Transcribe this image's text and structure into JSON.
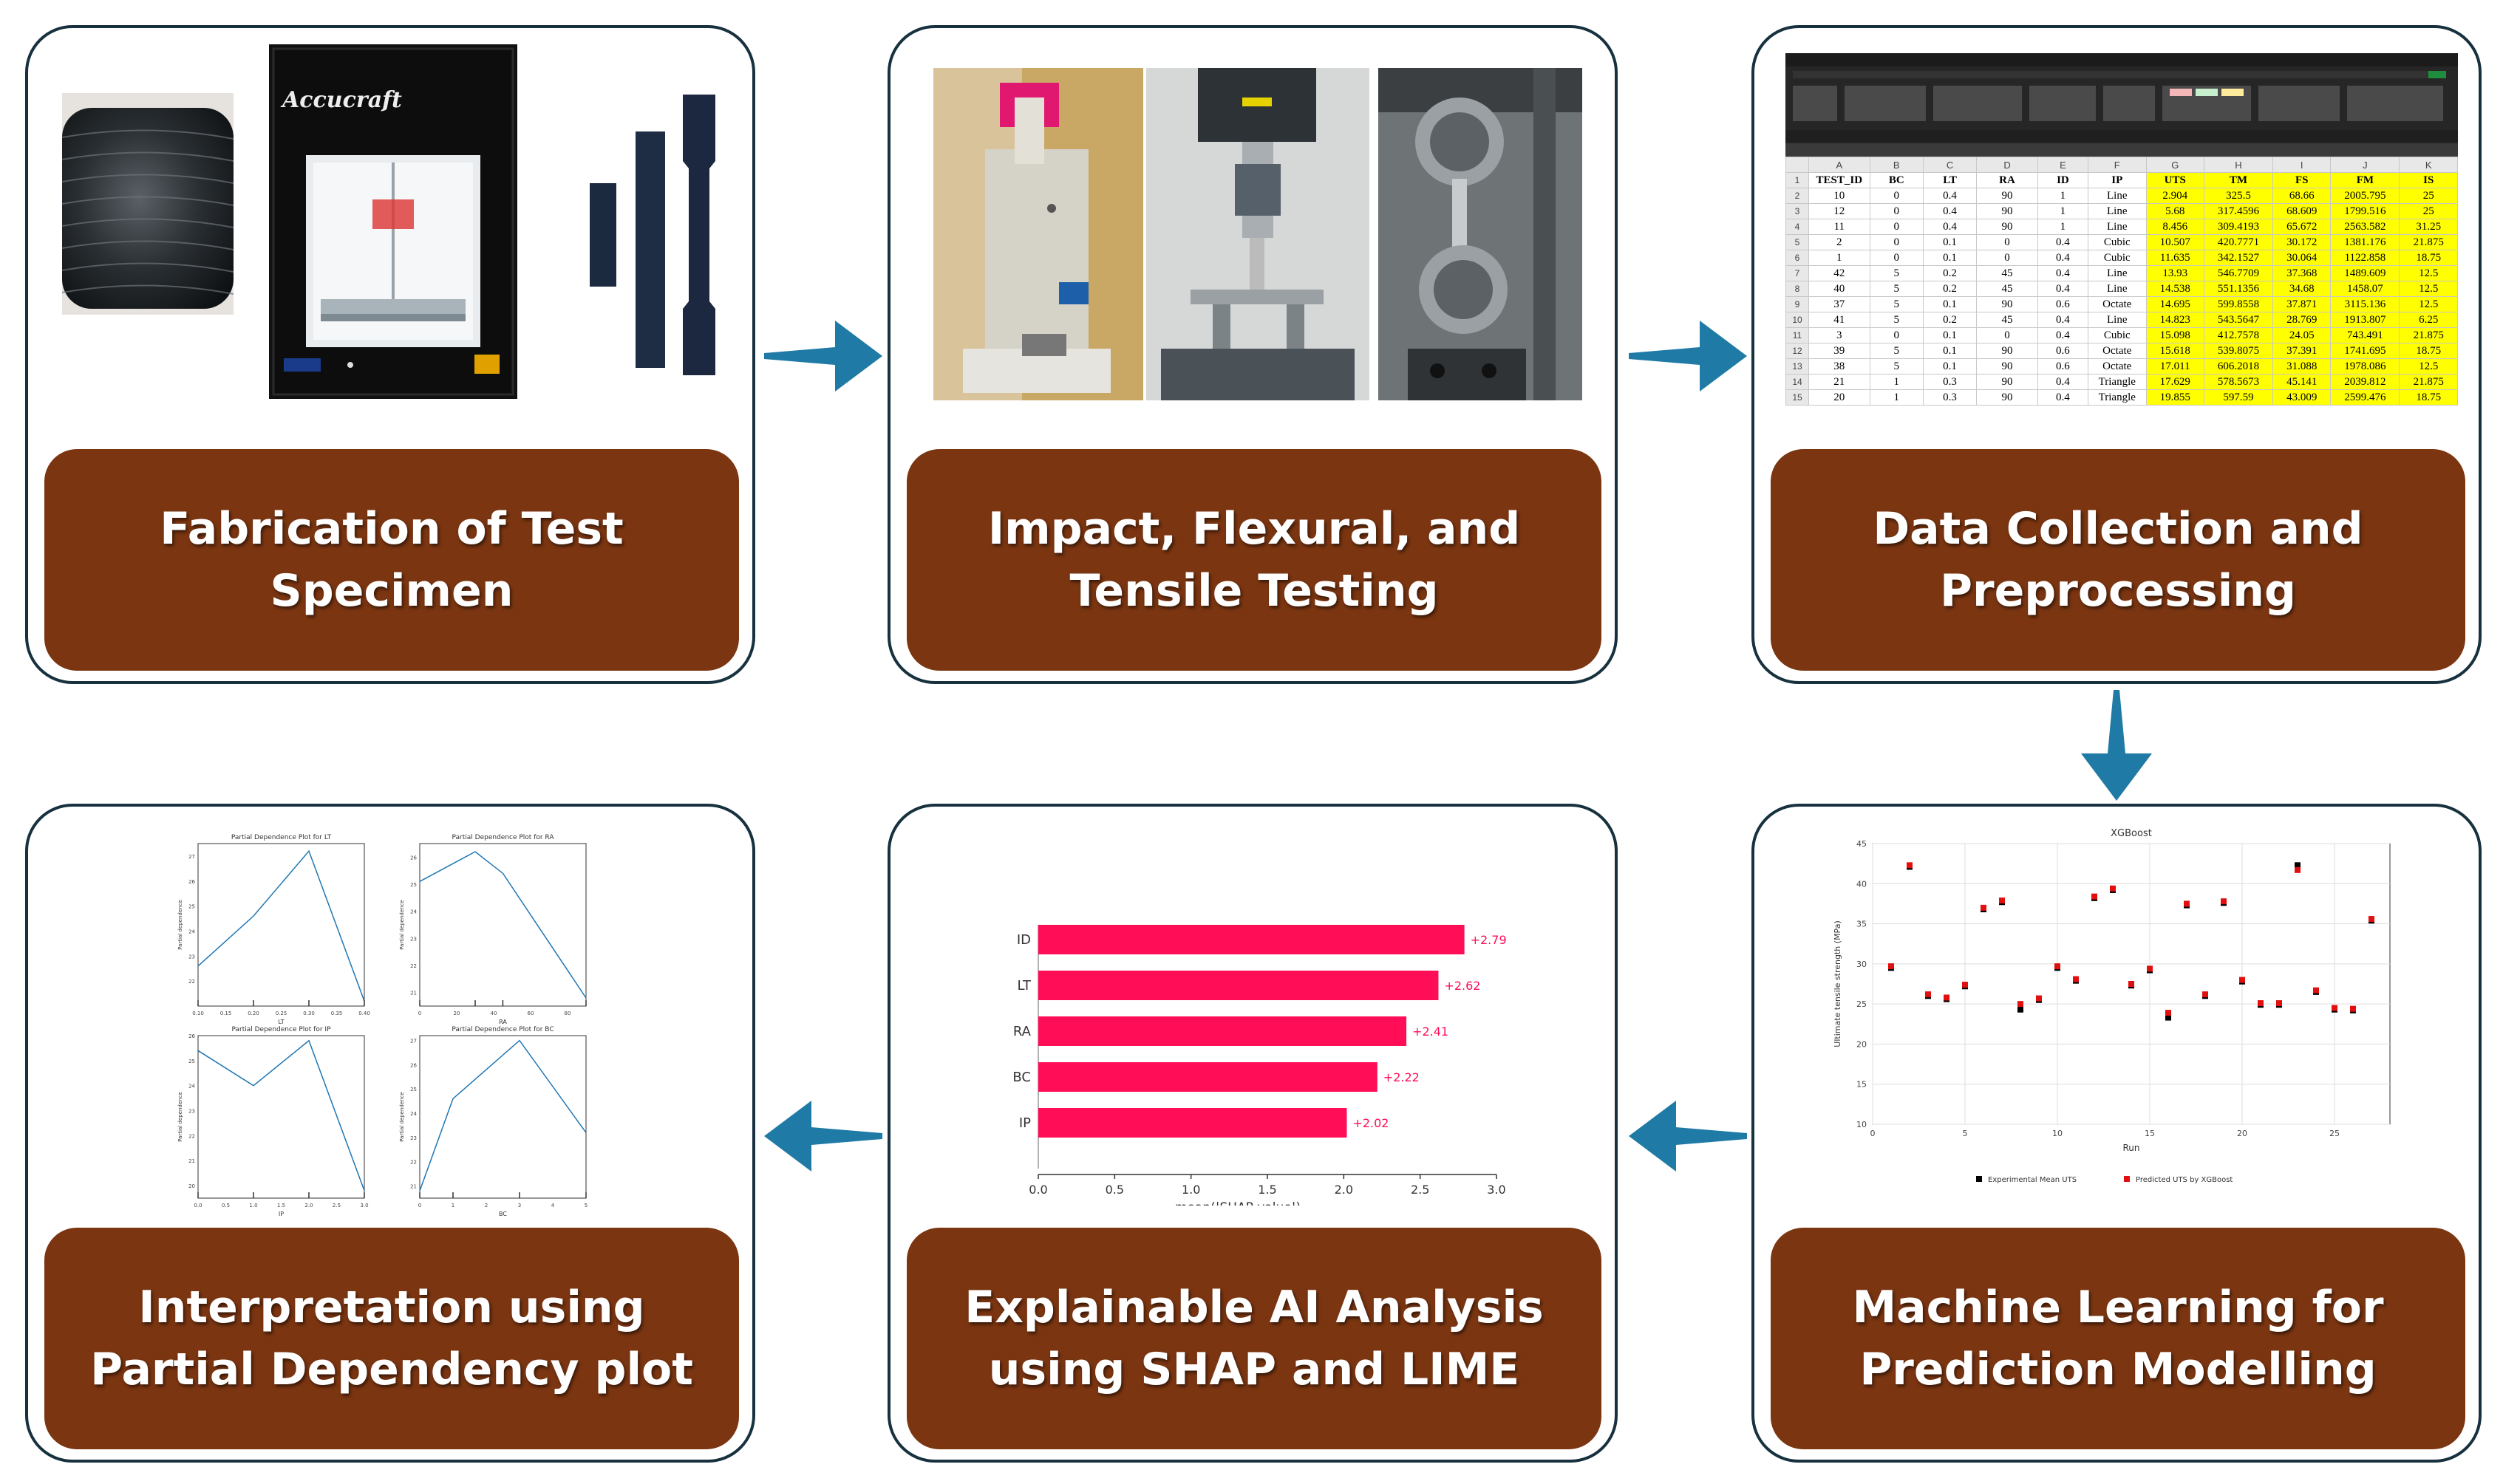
{
  "steps": [
    {
      "label": "Fabrication of Test Specimen"
    },
    {
      "label": "Impact, Flexural, and Tensile Testing"
    },
    {
      "label": "Data Collection and Preprocessing"
    },
    {
      "label": "Machine Learning for Prediction Modelling"
    },
    {
      "label": "Explainable AI Analysis using SHAP and LIME"
    },
    {
      "label": "Interpretation using Partial Dependency plot"
    }
  ],
  "printer_brand": "Accucraft",
  "spreadsheet": {
    "col_letters": [
      "A",
      "B",
      "C",
      "D",
      "E",
      "F",
      "G",
      "H",
      "I",
      "J",
      "K"
    ],
    "headers": [
      "TEST_ID",
      "BC",
      "LT",
      "RA",
      "ID",
      "IP",
      "UTS",
      "TM",
      "FS",
      "FM",
      "IS"
    ],
    "rows": [
      [
        "10",
        "0",
        "0.4",
        "90",
        "1",
        "Line",
        "2.904",
        "325.5",
        "68.66",
        "2005.795",
        "25"
      ],
      [
        "12",
        "0",
        "0.4",
        "90",
        "1",
        "Line",
        "5.68",
        "317.4596",
        "68.609",
        "1799.516",
        "25"
      ],
      [
        "11",
        "0",
        "0.4",
        "90",
        "1",
        "Line",
        "8.456",
        "309.4193",
        "65.672",
        "2563.582",
        "31.25"
      ],
      [
        "2",
        "0",
        "0.1",
        "0",
        "0.4",
        "Cubic",
        "10.507",
        "420.7771",
        "30.172",
        "1381.176",
        "21.875"
      ],
      [
        "1",
        "0",
        "0.1",
        "0",
        "0.4",
        "Cubic",
        "11.635",
        "342.1527",
        "30.064",
        "1122.858",
        "18.75"
      ],
      [
        "42",
        "5",
        "0.2",
        "45",
        "0.4",
        "Line",
        "13.93",
        "546.7709",
        "37.368",
        "1489.609",
        "12.5"
      ],
      [
        "40",
        "5",
        "0.2",
        "45",
        "0.4",
        "Line",
        "14.538",
        "551.1356",
        "34.68",
        "1458.07",
        "12.5"
      ],
      [
        "37",
        "5",
        "0.1",
        "90",
        "0.6",
        "Octate",
        "14.695",
        "599.8558",
        "37.871",
        "3115.136",
        "12.5"
      ],
      [
        "41",
        "5",
        "0.2",
        "45",
        "0.4",
        "Line",
        "14.823",
        "543.5647",
        "28.769",
        "1913.807",
        "6.25"
      ],
      [
        "3",
        "0",
        "0.1",
        "0",
        "0.4",
        "Cubic",
        "15.098",
        "412.7578",
        "24.05",
        "743.491",
        "21.875"
      ],
      [
        "39",
        "5",
        "0.1",
        "90",
        "0.6",
        "Octate",
        "15.618",
        "539.8075",
        "37.391",
        "1741.695",
        "18.75"
      ],
      [
        "38",
        "5",
        "0.1",
        "90",
        "0.6",
        "Octate",
        "17.011",
        "606.2018",
        "31.088",
        "1978.086",
        "12.5"
      ],
      [
        "21",
        "1",
        "0.3",
        "90",
        "0.4",
        "Triangle",
        "17.629",
        "578.5673",
        "45.141",
        "2039.812",
        "21.875"
      ],
      [
        "20",
        "1",
        "0.3",
        "90",
        "0.4",
        "Triangle",
        "19.855",
        "597.59",
        "43.009",
        "2599.476",
        "18.75"
      ]
    ]
  },
  "colors": {
    "label_bg": "#7b3511",
    "border": "#17313f",
    "arrow": "#1f7ba5",
    "shap_bar": "#ff0d57",
    "highlight": "#ffff00"
  },
  "ml_chart": {
    "type": "scatter",
    "title": "XGBoost",
    "xlabel": "Run",
    "ylabel": "Ultimate tensile strength (MPa)",
    "xlim": [
      0,
      28
    ],
    "ylim": [
      10,
      45
    ],
    "xticks": [
      0,
      5,
      10,
      15,
      20,
      25
    ],
    "yticks": [
      10,
      15,
      20,
      25,
      30,
      35,
      40,
      45
    ],
    "legend": [
      "Experimental Mean UTS",
      "Predicted UTS by XGBoost"
    ],
    "series": [
      {
        "name": "Experimental Mean UTS",
        "color": "#000000",
        "x": [
          1,
          2,
          3,
          4,
          5,
          6,
          7,
          8,
          9,
          10,
          11,
          12,
          13,
          14,
          15,
          16,
          17,
          18,
          19,
          20,
          21,
          22,
          23,
          24,
          25,
          26,
          27
        ],
        "y": [
          29.5,
          42.1,
          26.0,
          25.6,
          27.2,
          36.8,
          37.7,
          24.3,
          25.5,
          29.5,
          27.9,
          38.2,
          39.2,
          27.3,
          29.2,
          23.3,
          37.3,
          26.0,
          37.6,
          27.8,
          24.9,
          24.9,
          42.3,
          26.5,
          24.3,
          24.2,
          35.4
        ]
      },
      {
        "name": "Predicted UTS by XGBoost",
        "color": "#e01010",
        "x": [
          1,
          2,
          3,
          4,
          5,
          6,
          7,
          8,
          9,
          10,
          11,
          12,
          13,
          14,
          15,
          16,
          17,
          18,
          19,
          20,
          21,
          22,
          23,
          24,
          25,
          26,
          27
        ],
        "y": [
          29.7,
          42.3,
          26.2,
          25.8,
          27.4,
          37.0,
          37.9,
          25.0,
          25.7,
          29.7,
          28.1,
          38.4,
          39.4,
          27.5,
          29.4,
          23.9,
          37.5,
          26.2,
          37.8,
          28.0,
          25.1,
          25.1,
          41.7,
          26.7,
          24.5,
          24.4,
          35.6
        ]
      }
    ]
  },
  "chart_data": [
    {
      "type": "bar",
      "orientation": "horizontal",
      "categories": [
        "ID",
        "LT",
        "RA",
        "BC",
        "IP"
      ],
      "values": [
        2.79,
        2.62,
        2.41,
        2.22,
        2.02
      ],
      "data_labels": [
        "+2.79",
        "+2.62",
        "+2.41",
        "+2.22",
        "+2.02"
      ],
      "xlabel": "mean(|SHAP value|)",
      "xlim": [
        0,
        3.0
      ],
      "xticks": [
        "0.0",
        "0.5",
        "1.0",
        "1.5",
        "2.0",
        "2.5",
        "3.0"
      ],
      "color": "#ff0d57"
    },
    {
      "type": "line",
      "title": "Partial Dependence Plot for LT",
      "xlabel": "LT",
      "ylabel": "Partial dependence",
      "x": [
        0.1,
        0.2,
        0.3,
        0.4
      ],
      "y": [
        22.6,
        24.6,
        27.2,
        21.2
      ],
      "xlim": [
        0.1,
        0.4
      ],
      "ylim": [
        21,
        27.5
      ],
      "xticks": [
        "0.10",
        "0.15",
        "0.20",
        "0.25",
        "0.30",
        "0.35",
        "0.40"
      ],
      "yticks": [
        "22",
        "23",
        "24",
        "25",
        "26",
        "27"
      ]
    },
    {
      "type": "line",
      "title": "Partial Dependence Plot for RA",
      "xlabel": "RA",
      "ylabel": "Partial dependence",
      "x": [
        0,
        30,
        45,
        90
      ],
      "y": [
        25.1,
        26.2,
        25.4,
        20.8
      ],
      "xlim": [
        0,
        90
      ],
      "ylim": [
        20.5,
        26.5
      ],
      "xticks": [
        "0",
        "20",
        "40",
        "60",
        "80"
      ],
      "yticks": [
        "21",
        "22",
        "23",
        "24",
        "25",
        "26"
      ]
    },
    {
      "type": "line",
      "title": "Partial Dependence Plot for IP",
      "xlabel": "IP",
      "ylabel": "Partial dependence",
      "x": [
        0,
        1,
        2,
        3
      ],
      "y": [
        25.4,
        24.0,
        25.8,
        19.8
      ],
      "xlim": [
        0,
        3
      ],
      "ylim": [
        19.5,
        26
      ],
      "xticks": [
        "0.0",
        "0.5",
        "1.0",
        "1.5",
        "2.0",
        "2.5",
        "3.0"
      ],
      "yticks": [
        "20",
        "21",
        "22",
        "23",
        "24",
        "25",
        "26"
      ]
    },
    {
      "type": "line",
      "title": "Partial Dependence Plot for BC",
      "xlabel": "BC",
      "ylabel": "Partial dependence",
      "x": [
        0,
        1,
        3,
        5
      ],
      "y": [
        20.8,
        24.6,
        27.0,
        23.2
      ],
      "xlim": [
        0,
        5
      ],
      "ylim": [
        20.5,
        27.2
      ],
      "xticks": [
        "0",
        "1",
        "2",
        "3",
        "4",
        "5"
      ],
      "yticks": [
        "21",
        "22",
        "23",
        "24",
        "25",
        "26",
        "27"
      ]
    }
  ]
}
